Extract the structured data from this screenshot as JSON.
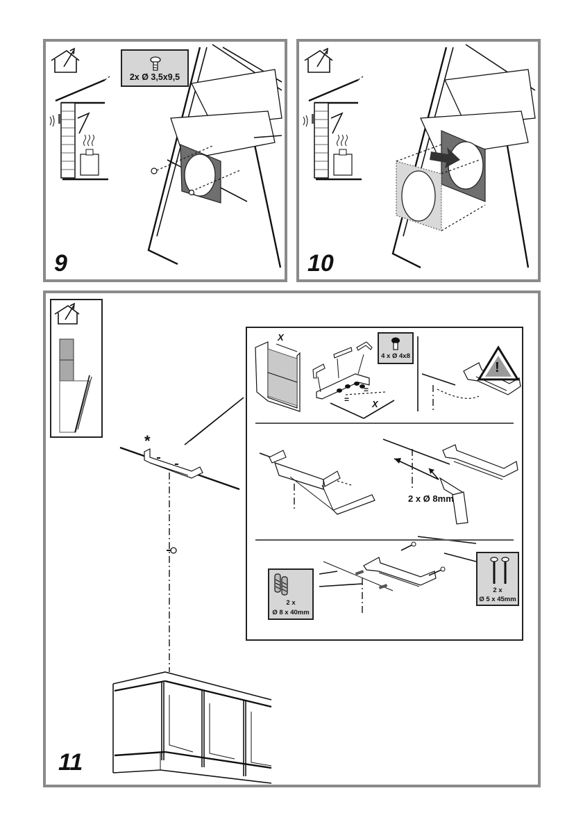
{
  "steps": [
    {
      "number": "9",
      "icon": "house-vent-out-icon",
      "hardware": {
        "icon": "screw-icon",
        "label": "2x Ø 3,5x9,5"
      },
      "colors": {
        "flange": "#6f6f6f"
      }
    },
    {
      "number": "10",
      "icon": "house-vent-out-icon",
      "colors": {
        "flange": "#6f6f6f",
        "adapter": "#d9d9d9"
      }
    },
    {
      "number": "11",
      "icon": "house-vent-out-icon",
      "marker": "*",
      "detail": {
        "row1": {
          "dimension_label": "X",
          "equal_marks": [
            "=",
            "="
          ],
          "hardware": {
            "icon": "screw-icon",
            "label": "4 x  Ø 4x8"
          },
          "warning_icon": "warning-triangle-icon",
          "warning_glyph": "!"
        },
        "row2": {
          "drill_label": "2 x Ø 8mm"
        },
        "row3": {
          "plugs": {
            "icon": "wall-plug-icon",
            "qty": "2 x",
            "size": "Ø 8 x 40mm"
          },
          "screws": {
            "icon": "wood-screw-icon",
            "qty": "2 x",
            "size": "Ø 5 x 45mm"
          }
        }
      }
    }
  ],
  "colors": {
    "panel_border": "#8a8a8a",
    "label_bg": "#d6d6d6",
    "chimney_fill": "#a9a9a9"
  }
}
